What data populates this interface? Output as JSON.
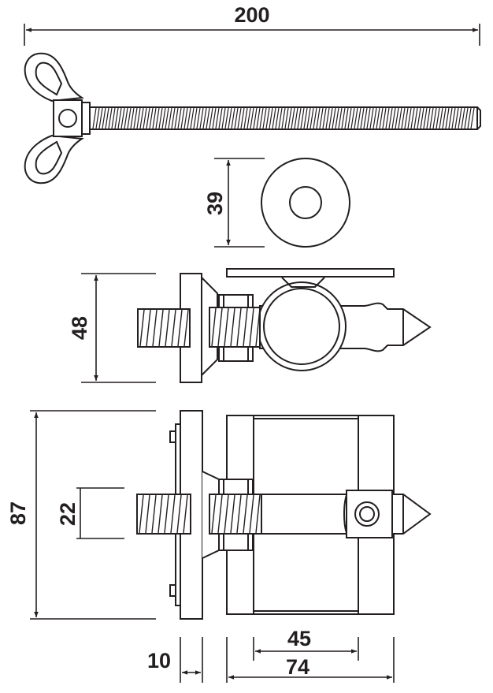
{
  "drawing": {
    "line_color": "#231f20",
    "background": "#ffffff",
    "parts": [
      "wing-nut",
      "threaded-rod",
      "washer",
      "clamp-side-view",
      "clamp-front-view"
    ]
  },
  "dimensions": {
    "rod_length": "200",
    "washer_diameter": "39",
    "clamp_height": "48",
    "plate_height": "87",
    "thread_diameter": "22",
    "plate_thickness": "10",
    "inner_width": "45",
    "outer_width": "74"
  }
}
